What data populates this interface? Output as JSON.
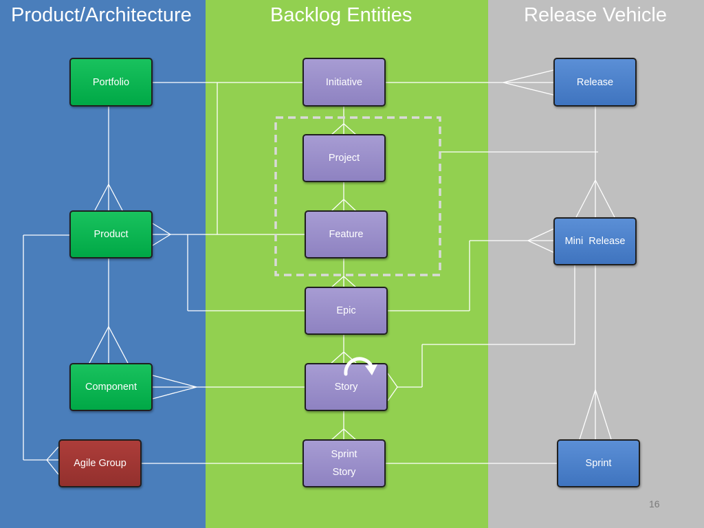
{
  "columns": {
    "product_architecture": {
      "title": "Product/Architecture",
      "color": "#4a7ebb"
    },
    "backlog_entities": {
      "title": "Backlog Entities",
      "color": "#92d050"
    },
    "release_vehicle": {
      "title": "Release Vehicle",
      "color": "#bfbfbf"
    }
  },
  "product_architecture": {
    "portfolio": "Portfolio",
    "product": "Product",
    "component": "Component",
    "agile_group": "Agile Group"
  },
  "backlog_entities": {
    "initiative": "Initiative",
    "project": "Project",
    "feature": "Feature",
    "epic": "Epic",
    "story": "Story",
    "sprint_story_line1": "Sprint",
    "sprint_story_line2": "Story"
  },
  "release_vehicle": {
    "release": "Release",
    "mini_release": "Mini  Release",
    "sprint": "Sprint"
  },
  "colors": {
    "product_architecture_box": "#00b050",
    "backlog_entity_box": "#9a8fcb",
    "release_vehicle_box": "#4f81bd",
    "agile_group_box": "#a23835",
    "connector": "#ffffff",
    "grouping_border": "#d9d9d9"
  },
  "page_number": "16"
}
